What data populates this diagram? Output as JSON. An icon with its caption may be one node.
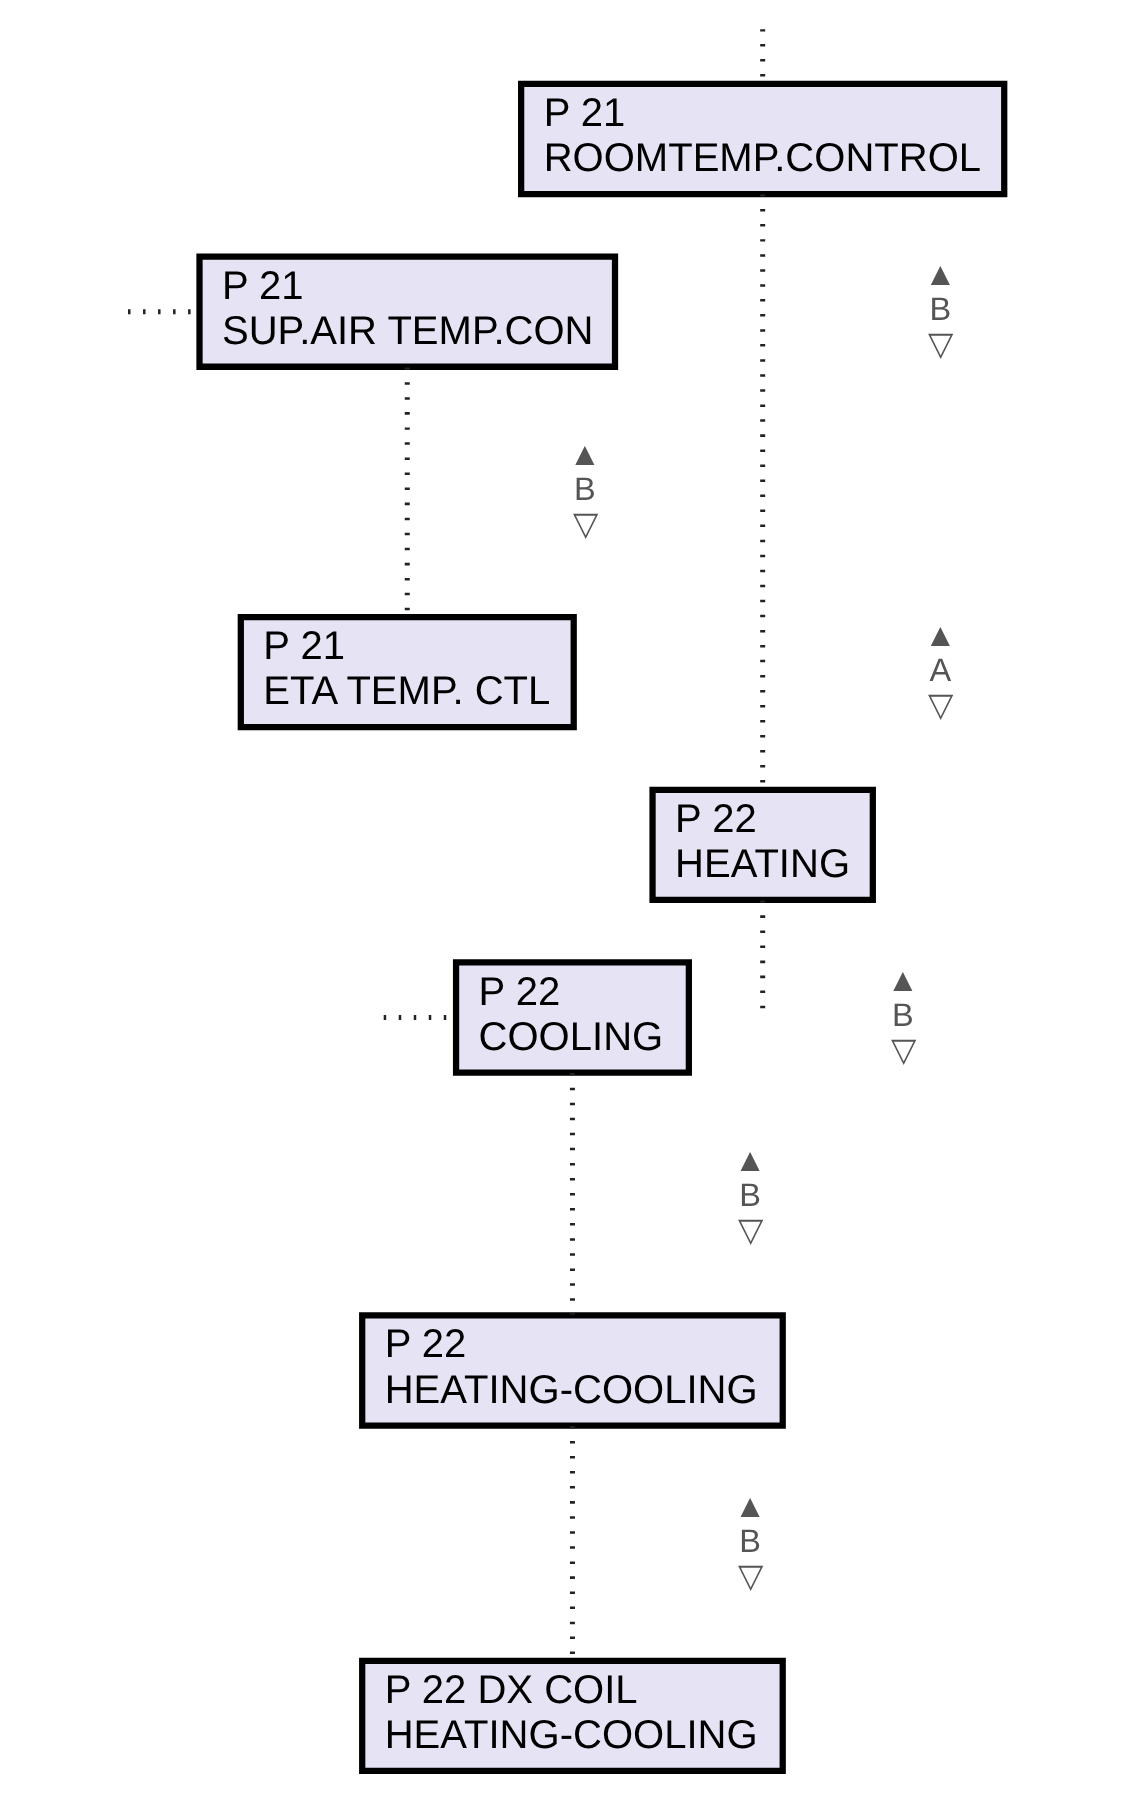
{
  "diagram": {
    "nodes": [
      {
        "text": [
          "P 21",
          "ROOMTEMP.CONTROL"
        ]
      },
      {
        "text": [
          "P 21",
          "SUP.AIR TEMP.CON"
        ]
      },
      {
        "text": [
          "P 21",
          "ETA TEMP. CTL"
        ]
      },
      {
        "text": [
          "P 22",
          "HEATING"
        ]
      },
      {
        "text": [
          "P 22",
          "COOLING"
        ]
      },
      {
        "text": [
          "P 22",
          "HEATING-COOLING"
        ]
      },
      {
        "text": [
          "P 22 DX COIL",
          "HEATING-COOLING"
        ]
      }
    ],
    "edges": [
      {
        "from": null,
        "to": 0,
        "arrow": "none"
      },
      {
        "from": 0,
        "to": 3,
        "arrow": "none"
      },
      {
        "from": 3,
        "to": null,
        "arrow": "none"
      },
      {
        "from": null,
        "to": 1,
        "arrow": "none"
      },
      {
        "from": 1,
        "to": 2,
        "arrow": "none"
      },
      {
        "from": null,
        "to": 4,
        "arrow": "none"
      },
      {
        "from": 4,
        "to": 5,
        "arrow": "none"
      },
      {
        "from": 5,
        "to": 6,
        "arrow": "none"
      }
    ],
    "labels": [
      "▲ B ▽",
      "▲ B ▽",
      "▲ A ▽",
      "▲ B ▽",
      "▲ B ▽",
      "▲ B ▽"
    ]
  }
}
